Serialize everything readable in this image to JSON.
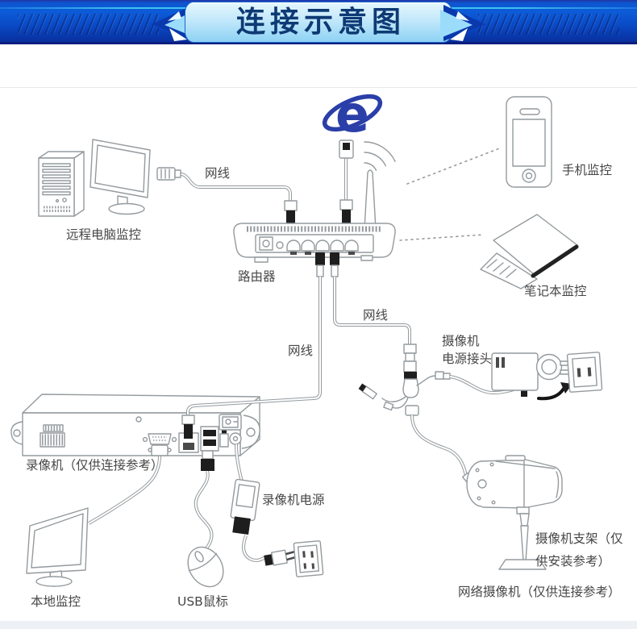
{
  "header": {
    "title": "连接示意图"
  },
  "labels": {
    "ie_letter": "e",
    "phone_monitor": "手机监控",
    "laptop_monitor": "笔记本监控",
    "remote_pc_monitor": "远程电脑监控",
    "cable_pc_router": "网线",
    "router": "路由器",
    "cable_router_camera": "网线",
    "cable_router_dvr": "网线",
    "camera_power_line1": "摄像机",
    "camera_power_line2": "电源接头",
    "dvr": "录像机（仅供连接参考）",
    "dvr_power": "录像机电源",
    "local_monitor": "本地监控",
    "usb_mouse": "USB鼠标",
    "camera_bracket_line1": "摄像机支架（仅",
    "camera_bracket_line2": "供安装参考）",
    "network_camera": "网络摄像机（仅供连接参考）"
  },
  "colors": {
    "line_gray": "#949a9e",
    "text_gray": "#474747",
    "ink_black": "#1e1e1e",
    "ie_blue": "#2b3fa8",
    "banner_blue": "#0c55cf",
    "banner_navy": "#0a1f7e",
    "panel_light": "#c2e8fa",
    "title_navy": "#0e3a74",
    "accent_cyan": "#3fc3f2"
  }
}
